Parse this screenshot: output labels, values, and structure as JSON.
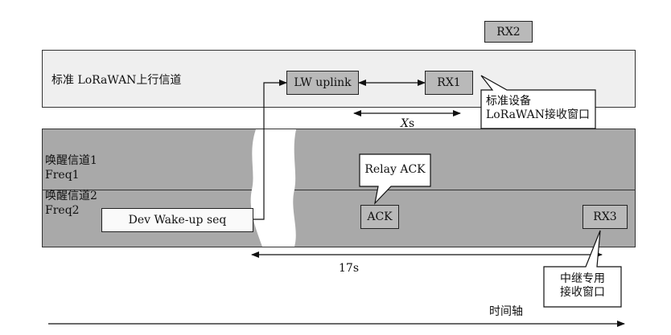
{
  "bands": {
    "standard_uplink": "标准 LoRaWAN上行信道",
    "wake1_name": "唤醒信道1",
    "wake1_freq": "Freq1",
    "wake2_name": "唤醒信道2",
    "wake2_freq": "Freq2"
  },
  "boxes": {
    "rx2": "RX2",
    "lw_uplink": "LW uplink",
    "rx1": "RX1",
    "dev_wakeup": "Dev Wake-up seq",
    "ack": "ACK",
    "rx3": "RX3"
  },
  "callouts": {
    "standard_window_line1": "标准设备",
    "standard_window_line2": "LoRaWAN接收窗口",
    "relay_ack": "Relay ACK",
    "relay_window_line1": "中继专用",
    "relay_window_line2": "接收窗口"
  },
  "labels": {
    "xs_var": "X",
    "xs_unit": "s",
    "duration_17s": "17s",
    "time_axis": "时间轴"
  }
}
